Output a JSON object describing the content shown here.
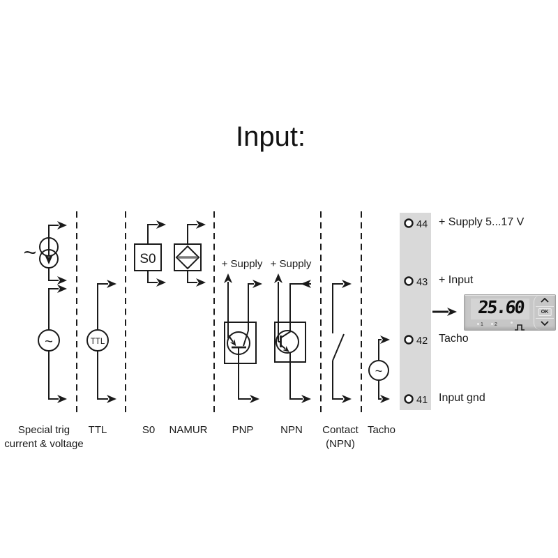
{
  "title": "Input:",
  "sections": {
    "special_trig": {
      "label_line1": "Special trig",
      "label_line2": "current & voltage",
      "tilde": "~",
      "ac_symbol": "~"
    },
    "ttl": {
      "label": "TTL",
      "symbol": "TTL"
    },
    "s0": {
      "label": "S0",
      "symbol": "S0"
    },
    "namur": {
      "label": "NAMUR"
    },
    "pnp": {
      "label": "PNP",
      "supply": "+ Supply"
    },
    "npn": {
      "label": "NPN",
      "supply": "+ Supply"
    },
    "contact": {
      "label_line1": "Contact",
      "label_line2": "(NPN)"
    },
    "tacho": {
      "label": "Tacho",
      "ac_symbol": "~"
    }
  },
  "terminals": [
    {
      "number": "44",
      "label": "+ Supply 5...17 V"
    },
    {
      "number": "43",
      "label": "+ Input"
    },
    {
      "number": "42",
      "label": "Tacho"
    },
    {
      "number": "41",
      "label": "Input gnd"
    }
  ],
  "display": {
    "value": "25.60",
    "indicators": [
      "1",
      "2"
    ],
    "ok_label": "OK"
  },
  "colors": {
    "line": "#1a1a1a",
    "terminal_strip": "#d9d9d9",
    "panel": "#c7c7c7",
    "display_window": "#d4d4d4"
  }
}
